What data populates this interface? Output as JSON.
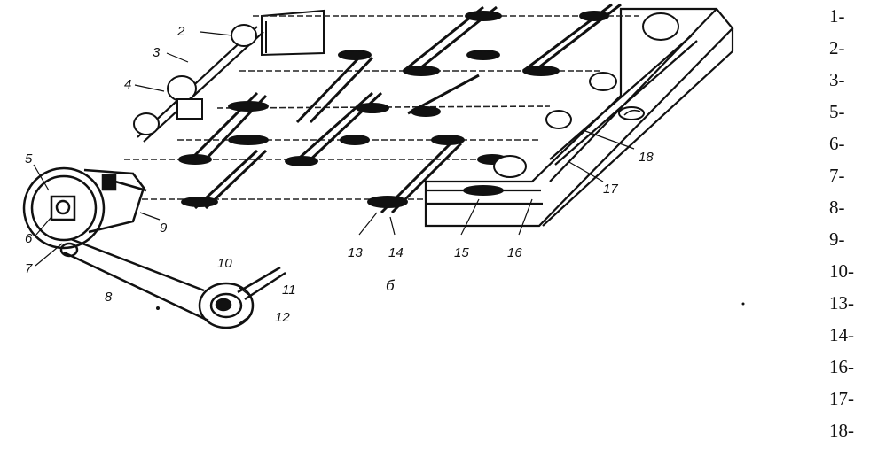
{
  "diagram": {
    "callouts": [
      {
        "id": "c2",
        "text": "2"
      },
      {
        "id": "c3",
        "text": "3"
      },
      {
        "id": "c4",
        "text": "4"
      },
      {
        "id": "c5",
        "text": "5"
      },
      {
        "id": "c6",
        "text": "6"
      },
      {
        "id": "c7",
        "text": "7"
      },
      {
        "id": "c8",
        "text": "8"
      },
      {
        "id": "c9",
        "text": "9"
      },
      {
        "id": "c10",
        "text": "10"
      },
      {
        "id": "c11",
        "text": "11"
      },
      {
        "id": "c12",
        "text": "12"
      },
      {
        "id": "c13",
        "text": "13"
      },
      {
        "id": "c14",
        "text": "14"
      },
      {
        "id": "c15",
        "text": "15"
      },
      {
        "id": "c16",
        "text": "16"
      },
      {
        "id": "c17",
        "text": "17"
      },
      {
        "id": "c18",
        "text": "18"
      }
    ],
    "sublabel": "б"
  },
  "legend": {
    "items": [
      "1-",
      "2-",
      "3-",
      "5-",
      "6-",
      "7-",
      "8-",
      "9-",
      "10-",
      "13-",
      "14-",
      "16-",
      "17-",
      "18-"
    ]
  }
}
